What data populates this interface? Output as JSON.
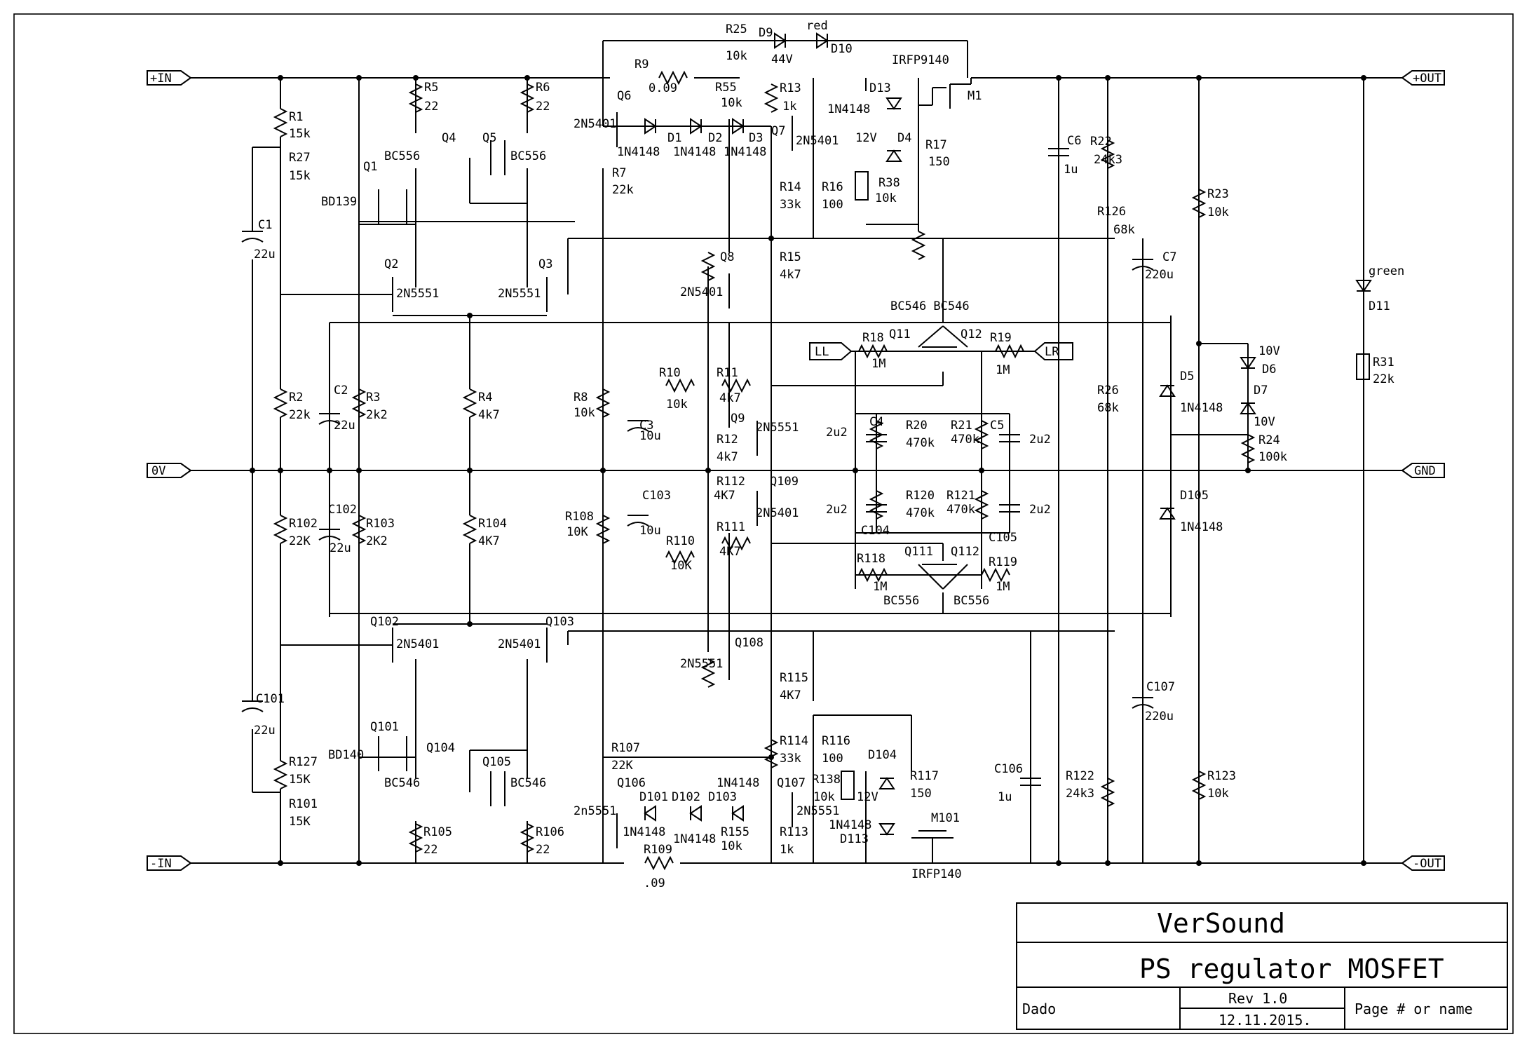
{
  "title_block": {
    "company": "VerSound",
    "title": "PS regulator MOSFET",
    "author": "Dado",
    "revision": "Rev 1.0",
    "date": "12.11.2015.",
    "page": "Page # or name"
  },
  "ports": {
    "plus_in": "+IN",
    "zero_v": "0V",
    "minus_in": "-IN",
    "plus_out": "+OUT",
    "gnd": "GND",
    "minus_out": "-OUT",
    "ll": "LL",
    "lr": "LR"
  },
  "labels": [
    {
      "id": "r25",
      "text": "R25"
    },
    {
      "id": "r25v",
      "text": "10k"
    },
    {
      "id": "d9",
      "text": "D9"
    },
    {
      "id": "d9v",
      "text": "44V"
    },
    {
      "id": "red",
      "text": "red"
    },
    {
      "id": "d10",
      "text": "D10"
    },
    {
      "id": "irfp9140",
      "text": "IRFP9140"
    },
    {
      "id": "r9",
      "text": "R9"
    },
    {
      "id": "r9v",
      "text": "0.09"
    },
    {
      "id": "r55",
      "text": "R55"
    },
    {
      "id": "r55v",
      "text": "10k"
    },
    {
      "id": "r13",
      "text": "R13"
    },
    {
      "id": "r13v",
      "text": "1k"
    },
    {
      "id": "d13",
      "text": "D13"
    },
    {
      "id": "d13v",
      "text": "1N4148"
    },
    {
      "id": "m1",
      "text": "M1"
    },
    {
      "id": "q6",
      "text": "Q6"
    },
    {
      "id": "q6t",
      "text": "2N5401"
    },
    {
      "id": "d1",
      "text": "D1"
    },
    {
      "id": "d2",
      "text": "D2"
    },
    {
      "id": "d3",
      "text": "D3"
    },
    {
      "id": "d1v",
      "text": "1N4148"
    },
    {
      "id": "d2v",
      "text": "1N4148"
    },
    {
      "id": "d3v",
      "text": "1N4148"
    },
    {
      "id": "q7",
      "text": "Q7"
    },
    {
      "id": "q7t",
      "text": "2N5401"
    },
    {
      "id": "d4",
      "text": "D4"
    },
    {
      "id": "d4v",
      "text": "12V"
    },
    {
      "id": "r17",
      "text": "R17"
    },
    {
      "id": "r17v",
      "text": "150"
    },
    {
      "id": "r38",
      "text": "R38"
    },
    {
      "id": "r38v",
      "text": "10k"
    },
    {
      "id": "r7",
      "text": "R7"
    },
    {
      "id": "r7v",
      "text": "22k"
    },
    {
      "id": "r14",
      "text": "R14"
    },
    {
      "id": "r14v",
      "text": "33k"
    },
    {
      "id": "r16",
      "text": "R16"
    },
    {
      "id": "r16v",
      "text": "100"
    },
    {
      "id": "r5",
      "text": "R5"
    },
    {
      "id": "r5v",
      "text": "22"
    },
    {
      "id": "r6",
      "text": "R6"
    },
    {
      "id": "r6v",
      "text": "22"
    },
    {
      "id": "q4",
      "text": "Q4"
    },
    {
      "id": "q5",
      "text": "Q5"
    },
    {
      "id": "q4t",
      "text": "BC556"
    },
    {
      "id": "q5t",
      "text": "BC556"
    },
    {
      "id": "q1",
      "text": "Q1"
    },
    {
      "id": "q1t",
      "text": "BD139"
    },
    {
      "id": "r1",
      "text": "R1"
    },
    {
      "id": "r1v",
      "text": "15k"
    },
    {
      "id": "r27",
      "text": "R27"
    },
    {
      "id": "r27v",
      "text": "15k"
    },
    {
      "id": "c1",
      "text": "C1"
    },
    {
      "id": "c1v",
      "text": "22u"
    },
    {
      "id": "q2",
      "text": "Q2"
    },
    {
      "id": "q3",
      "text": "Q3"
    },
    {
      "id": "q2t",
      "text": "2N5551"
    },
    {
      "id": "q3t",
      "text": "2N5551"
    },
    {
      "id": "q8",
      "text": "Q8"
    },
    {
      "id": "q8t",
      "text": "2N5401"
    },
    {
      "id": "r15",
      "text": "R15"
    },
    {
      "id": "r15v",
      "text": "4k7"
    },
    {
      "id": "c6",
      "text": "C6"
    },
    {
      "id": "c6v",
      "text": "1u"
    },
    {
      "id": "r22",
      "text": "R22"
    },
    {
      "id": "r22v",
      "text": "24k3"
    },
    {
      "id": "r126",
      "text": "R126"
    },
    {
      "id": "r126v",
      "text": "68k"
    },
    {
      "id": "r23",
      "text": "R23"
    },
    {
      "id": "r23v",
      "text": "10k"
    },
    {
      "id": "c7",
      "text": "C7"
    },
    {
      "id": "c7v",
      "text": "220u"
    },
    {
      "id": "green",
      "text": "green"
    },
    {
      "id": "d11",
      "text": "D11"
    },
    {
      "id": "bc546top",
      "text": "BC546 BC546"
    },
    {
      "id": "r18",
      "text": "R18"
    },
    {
      "id": "r18v",
      "text": "1M"
    },
    {
      "id": "q11",
      "text": "Q11"
    },
    {
      "id": "q12",
      "text": "Q12"
    },
    {
      "id": "r19",
      "text": "R19"
    },
    {
      "id": "r19v",
      "text": "1M"
    },
    {
      "id": "r31",
      "text": "R31"
    },
    {
      "id": "r31v",
      "text": "22k"
    },
    {
      "id": "d6",
      "text": "D6"
    },
    {
      "id": "d6v",
      "text": "10V"
    },
    {
      "id": "d7",
      "text": "D7"
    },
    {
      "id": "d7v",
      "text": "10V"
    },
    {
      "id": "d5",
      "text": "D5"
    },
    {
      "id": "d5v",
      "text": "1N4148"
    },
    {
      "id": "r24",
      "text": "R24"
    },
    {
      "id": "r24v",
      "text": "100k"
    },
    {
      "id": "r10",
      "text": "R10"
    },
    {
      "id": "r10v",
      "text": "10k"
    },
    {
      "id": "r11",
      "text": "R11"
    },
    {
      "id": "r11v",
      "text": "4k7"
    },
    {
      "id": "r8",
      "text": "R8"
    },
    {
      "id": "r8v",
      "text": "10k"
    },
    {
      "id": "c3",
      "text": "C3"
    },
    {
      "id": "c3v",
      "text": "10u"
    },
    {
      "id": "q9",
      "text": "Q9"
    },
    {
      "id": "q9t",
      "text": "2N5551"
    },
    {
      "id": "r12",
      "text": "R12"
    },
    {
      "id": "r12v",
      "text": "4k7"
    },
    {
      "id": "c4",
      "text": "C4"
    },
    {
      "id": "c4v",
      "text": "2u2"
    },
    {
      "id": "r20",
      "text": "R20"
    },
    {
      "id": "r20v",
      "text": "470k"
    },
    {
      "id": "r21",
      "text": "R21"
    },
    {
      "id": "r21v",
      "text": "470k"
    },
    {
      "id": "c5",
      "text": "C5"
    },
    {
      "id": "c5v",
      "text": "2u2"
    },
    {
      "id": "r26",
      "text": "R26"
    },
    {
      "id": "r26v",
      "text": "68k"
    },
    {
      "id": "r2",
      "text": "R2"
    },
    {
      "id": "r2v",
      "text": "22k"
    },
    {
      "id": "c2",
      "text": "C2"
    },
    {
      "id": "c2v",
      "text": "22u"
    },
    {
      "id": "r3",
      "text": "R3"
    },
    {
      "id": "r3v",
      "text": "2k2"
    },
    {
      "id": "r4",
      "text": "R4"
    },
    {
      "id": "r4v",
      "text": "4k7"
    },
    {
      "id": "r112",
      "text": "R112"
    },
    {
      "id": "r112v",
      "text": "4K7"
    },
    {
      "id": "q109",
      "text": "Q109"
    },
    {
      "id": "q109t",
      "text": "2N5401"
    },
    {
      "id": "c103",
      "text": "C103"
    },
    {
      "id": "c103v",
      "text": "10u"
    },
    {
      "id": "r108",
      "text": "R108"
    },
    {
      "id": "r108v",
      "text": "10K"
    },
    {
      "id": "r110",
      "text": "R110"
    },
    {
      "id": "r110v",
      "text": "10K"
    },
    {
      "id": "r111",
      "text": "R111"
    },
    {
      "id": "r111v",
      "text": "4K7"
    },
    {
      "id": "c104",
      "text": "C104"
    },
    {
      "id": "c104v",
      "text": "2u2"
    },
    {
      "id": "r120",
      "text": "R120"
    },
    {
      "id": "r120v",
      "text": "470k"
    },
    {
      "id": "r121",
      "text": "R121"
    },
    {
      "id": "r121v",
      "text": "470k"
    },
    {
      "id": "c105",
      "text": "C105"
    },
    {
      "id": "c105v",
      "text": "2u2"
    },
    {
      "id": "d105",
      "text": "D105"
    },
    {
      "id": "d105v",
      "text": "1N4148"
    },
    {
      "id": "r102",
      "text": "R102"
    },
    {
      "id": "r102v",
      "text": "22K"
    },
    {
      "id": "c102",
      "text": "C102"
    },
    {
      "id": "c102v",
      "text": "22u"
    },
    {
      "id": "r103",
      "text": "R103"
    },
    {
      "id": "r103v",
      "text": "2K2"
    },
    {
      "id": "r104",
      "text": "R104"
    },
    {
      "id": "r104v",
      "text": "4K7"
    },
    {
      "id": "r118",
      "text": "R118"
    },
    {
      "id": "r118v",
      "text": "1M"
    },
    {
      "id": "q111",
      "text": "Q111"
    },
    {
      "id": "q112",
      "text": "Q112"
    },
    {
      "id": "r119",
      "text": "R119"
    },
    {
      "id": "r119v",
      "text": "1M"
    },
    {
      "id": "bc556a",
      "text": "BC556"
    },
    {
      "id": "bc556b",
      "text": "BC556"
    },
    {
      "id": "q102",
      "text": "Q102"
    },
    {
      "id": "q103",
      "text": "Q103"
    },
    {
      "id": "q102t",
      "text": "2N5401"
    },
    {
      "id": "q103t",
      "text": "2N5401"
    },
    {
      "id": "q108",
      "text": "Q108"
    },
    {
      "id": "q108t",
      "text": "2N5551"
    },
    {
      "id": "r115",
      "text": "R115"
    },
    {
      "id": "r115v",
      "text": "4K7"
    },
    {
      "id": "c107",
      "text": "C107"
    },
    {
      "id": "c107v",
      "text": "220u"
    },
    {
      "id": "c101",
      "text": "C101"
    },
    {
      "id": "c101v",
      "text": "22u"
    },
    {
      "id": "q101",
      "text": "Q101"
    },
    {
      "id": "q101t",
      "text": "BD140"
    },
    {
      "id": "q104",
      "text": "Q104"
    },
    {
      "id": "q105",
      "text": "Q105"
    },
    {
      "id": "q104t",
      "text": "BC546"
    },
    {
      "id": "q105t",
      "text": "BC546"
    },
    {
      "id": "r107",
      "text": "R107"
    },
    {
      "id": "r107v",
      "text": "22K"
    },
    {
      "id": "r114",
      "text": "R114"
    },
    {
      "id": "r114v",
      "text": "33k"
    },
    {
      "id": "r116",
      "text": "R116"
    },
    {
      "id": "r116v",
      "text": "100"
    },
    {
      "id": "d104",
      "text": "D104"
    },
    {
      "id": "d104v",
      "text": "12V"
    },
    {
      "id": "r117",
      "text": "R117"
    },
    {
      "id": "r117v",
      "text": "150"
    },
    {
      "id": "c106",
      "text": "C106"
    },
    {
      "id": "c106v",
      "text": "1u"
    },
    {
      "id": "r122",
      "text": "R122"
    },
    {
      "id": "r122v",
      "text": "24k3"
    },
    {
      "id": "r123",
      "text": "R123"
    },
    {
      "id": "r123v",
      "text": "10k"
    },
    {
      "id": "r127",
      "text": "R127"
    },
    {
      "id": "r127v",
      "text": "15K"
    },
    {
      "id": "r101",
      "text": "R101"
    },
    {
      "id": "r101v",
      "text": "15K"
    },
    {
      "id": "q106",
      "text": "Q106"
    },
    {
      "id": "q106t",
      "text": "2n5551"
    },
    {
      "id": "d101",
      "text": "D101"
    },
    {
      "id": "d102",
      "text": "D102"
    },
    {
      "id": "d103",
      "text": "D103"
    },
    {
      "id": "d101v",
      "text": "1N4148"
    },
    {
      "id": "d102v",
      "text": "1N4148"
    },
    {
      "id": "d103v",
      "text": "1N4148"
    },
    {
      "id": "q107",
      "text": "Q107"
    },
    {
      "id": "q107t",
      "text": "2N5551"
    },
    {
      "id": "r138",
      "text": "R138"
    },
    {
      "id": "r138v",
      "text": "10k"
    },
    {
      "id": "d113",
      "text": "D113"
    },
    {
      "id": "d113v",
      "text": "1N4148"
    },
    {
      "id": "m101",
      "text": "M101"
    },
    {
      "id": "r155",
      "text": "R155"
    },
    {
      "id": "r155v",
      "text": "10k"
    },
    {
      "id": "r113",
      "text": "R113"
    },
    {
      "id": "r113v",
      "text": "1k"
    },
    {
      "id": "r105",
      "text": "R105"
    },
    {
      "id": "r105v",
      "text": "22"
    },
    {
      "id": "r106",
      "text": "R106"
    },
    {
      "id": "r106v",
      "text": "22"
    },
    {
      "id": "r109",
      "text": "R109"
    },
    {
      "id": "r109v",
      "text": ".09"
    },
    {
      "id": "irfp140",
      "text": "IRFP140"
    }
  ]
}
